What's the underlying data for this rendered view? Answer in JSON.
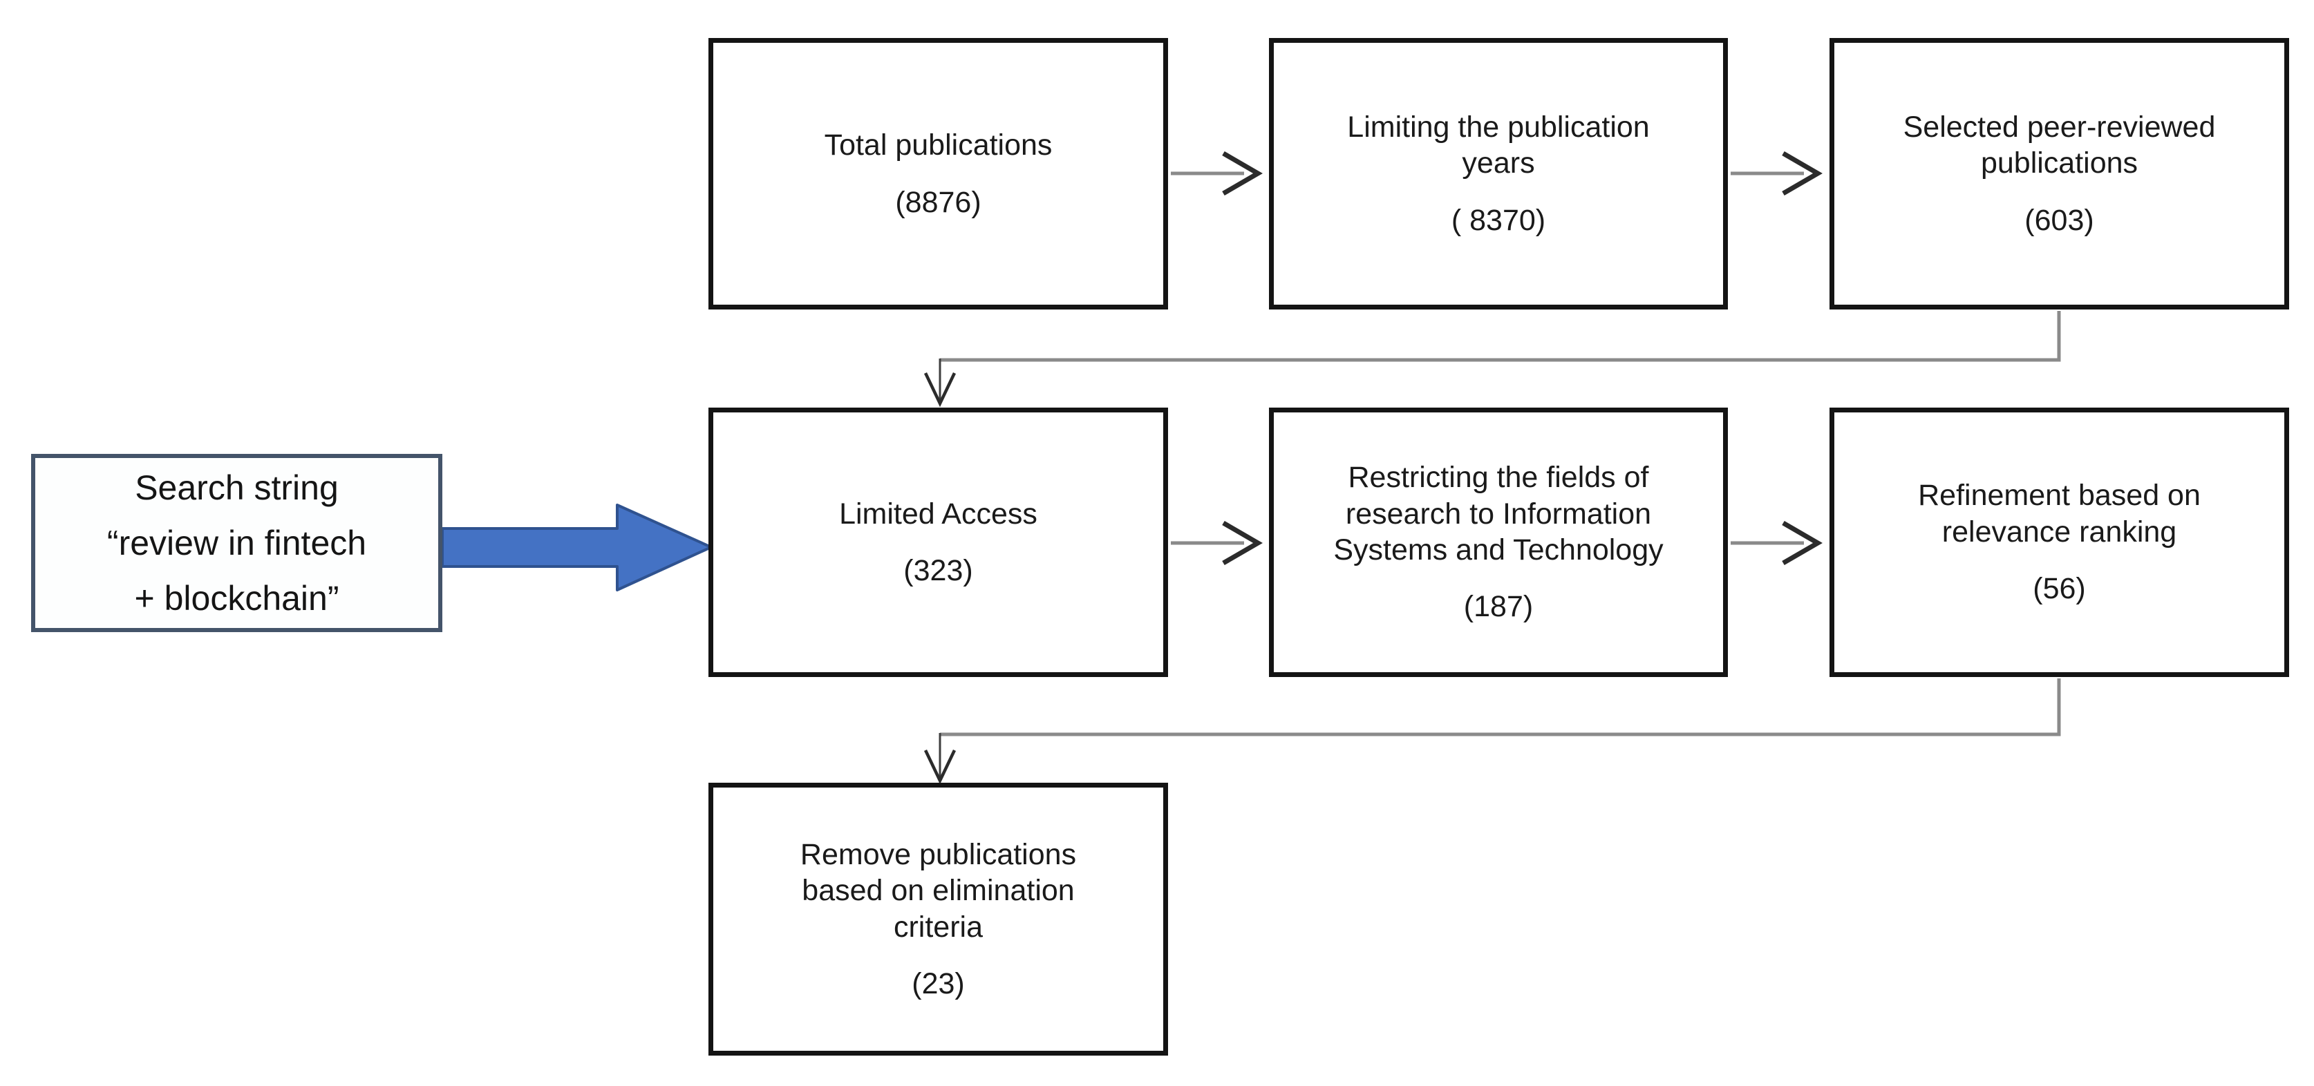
{
  "diagram": {
    "type": "flowchart",
    "description": "Literature screening flow: publications filtered from search string to final elimination criteria",
    "colors": {
      "background": "#ffffff",
      "box_border": "#141414",
      "search_box_border": "#44546A",
      "block_arrow_fill": "#4472C4",
      "block_arrow_outline": "#2F528F",
      "connector_gray": "#8a8a8a",
      "arrowhead_dark": "#2b2b2b",
      "text": "#1a1a1a"
    },
    "search": {
      "lines": [
        "Search string",
        "“review in fintech",
        "+ blockchain”"
      ]
    },
    "nodes": {
      "total": {
        "label": "Total publications",
        "count": "(8876)"
      },
      "years": {
        "label": "Limiting the publication years",
        "count": "( 8370)"
      },
      "peer": {
        "label": "Selected peer-reviewed publications",
        "count": "(603)"
      },
      "access": {
        "label": "Limited Access",
        "count": "(323)"
      },
      "fields": {
        "label": "Restricting the fields of research to Information Systems and Technology",
        "count": "(187)"
      },
      "refine": {
        "label": "Refinement based on relevance ranking",
        "count": "(56)"
      },
      "remove": {
        "label": "Remove publications based on elimination criteria",
        "count": "(23)"
      }
    }
  }
}
